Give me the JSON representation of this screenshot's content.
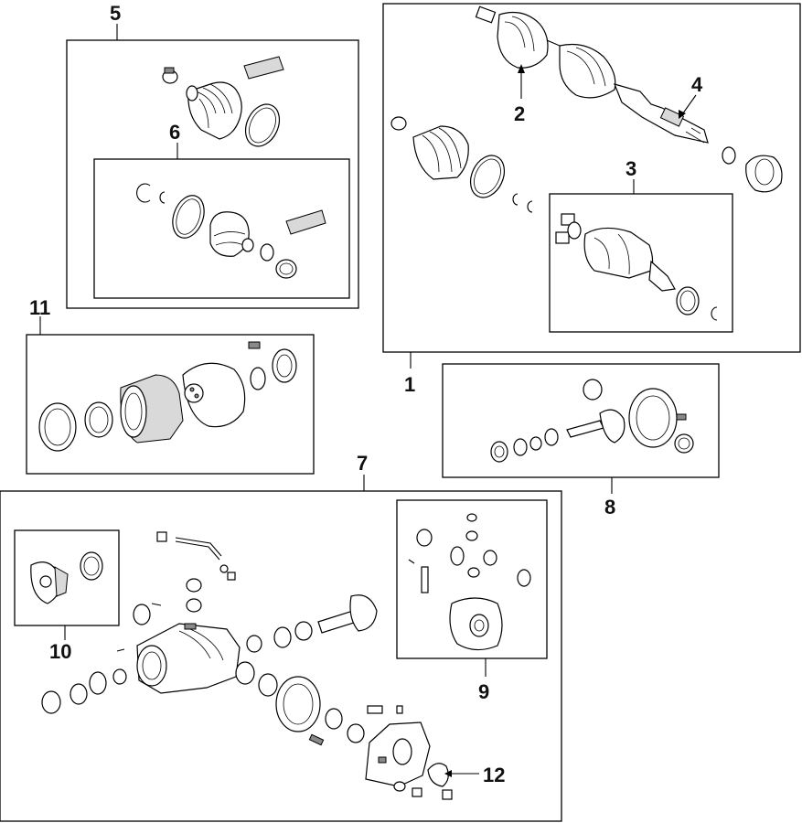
{
  "callouts": {
    "c1": "1",
    "c2": "2",
    "c3": "3",
    "c4": "4",
    "c5": "5",
    "c6": "6",
    "c7": "7",
    "c8": "8",
    "c9": "9",
    "c10": "10",
    "c11": "11",
    "c12": "12"
  },
  "colors": {
    "line": "#000000",
    "background": "#ffffff",
    "shade": "#d9d9d9"
  }
}
